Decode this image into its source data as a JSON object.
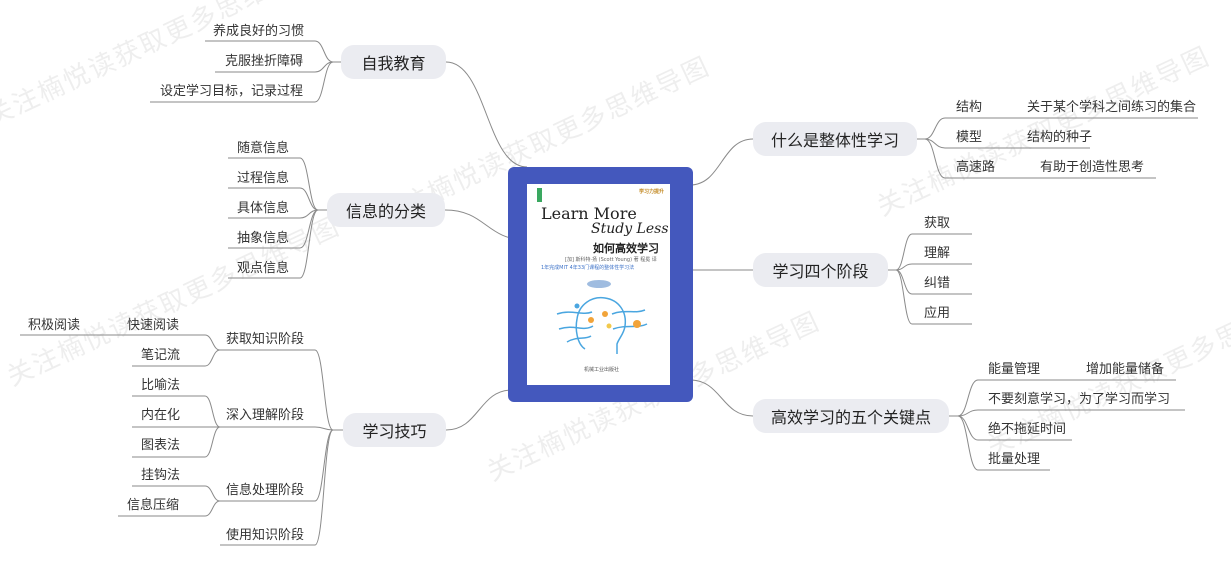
{
  "colors": {
    "edge": "#8a8a8a",
    "node_bg": "#ebecf1",
    "book_frame": "#4458bd",
    "watermark": "#969696"
  },
  "watermark_text": "关注楠悦读获取更多思维导图",
  "center": {
    "title_en_1": "Learn More",
    "title_en_2": "Study Less",
    "title_cn": "如何高效学习",
    "author": "[加] 斯科特·扬 (Scott Young) 著  程冕 译",
    "subtitle": "1年完成MIT 4年33门课程的整体性学习法",
    "publisher": "机械工业出版社",
    "brand": "学习力提升"
  },
  "branches": {
    "self_edu": {
      "label": "自我教育",
      "children": [
        "养成良好的习惯",
        "克服挫折障碍",
        "设定学习目标，记录过程"
      ]
    },
    "info_class": {
      "label": "信息的分类",
      "children": [
        "随意信息",
        "过程信息",
        "具体信息",
        "抽象信息",
        "观点信息"
      ]
    },
    "techniques": {
      "label": "学习技巧",
      "acquire": {
        "label": "获取知识阶段",
        "fast_read": "快速阅读",
        "active_read": "积极阅读",
        "notes": "笔记流"
      },
      "deep": {
        "label": "深入理解阶段",
        "children": [
          "比喻法",
          "内在化",
          "图表法"
        ]
      },
      "process": {
        "label": "信息处理阶段",
        "children": [
          "挂钩法",
          "信息压缩"
        ]
      },
      "use": {
        "label": "使用知识阶段"
      }
    },
    "holistic": {
      "label": "什么是整体性学习",
      "structure": {
        "label": "结构",
        "desc": "关于某个学科之间练习的集合"
      },
      "model": {
        "label": "模型",
        "desc": "结构的种子"
      },
      "highway": {
        "label": "高速路",
        "desc": "有助于创造性思考"
      }
    },
    "four_stages": {
      "label": "学习四个阶段",
      "children": [
        "获取",
        "理解",
        "纠错",
        "应用"
      ]
    },
    "five_keys": {
      "label": "高效学习的五个关键点",
      "energy": {
        "label": "能量管理",
        "desc": "增加能量储备"
      },
      "items": [
        "不要刻意学习，为了学习而学习",
        "绝不拖延时间",
        "批量处理"
      ]
    }
  }
}
